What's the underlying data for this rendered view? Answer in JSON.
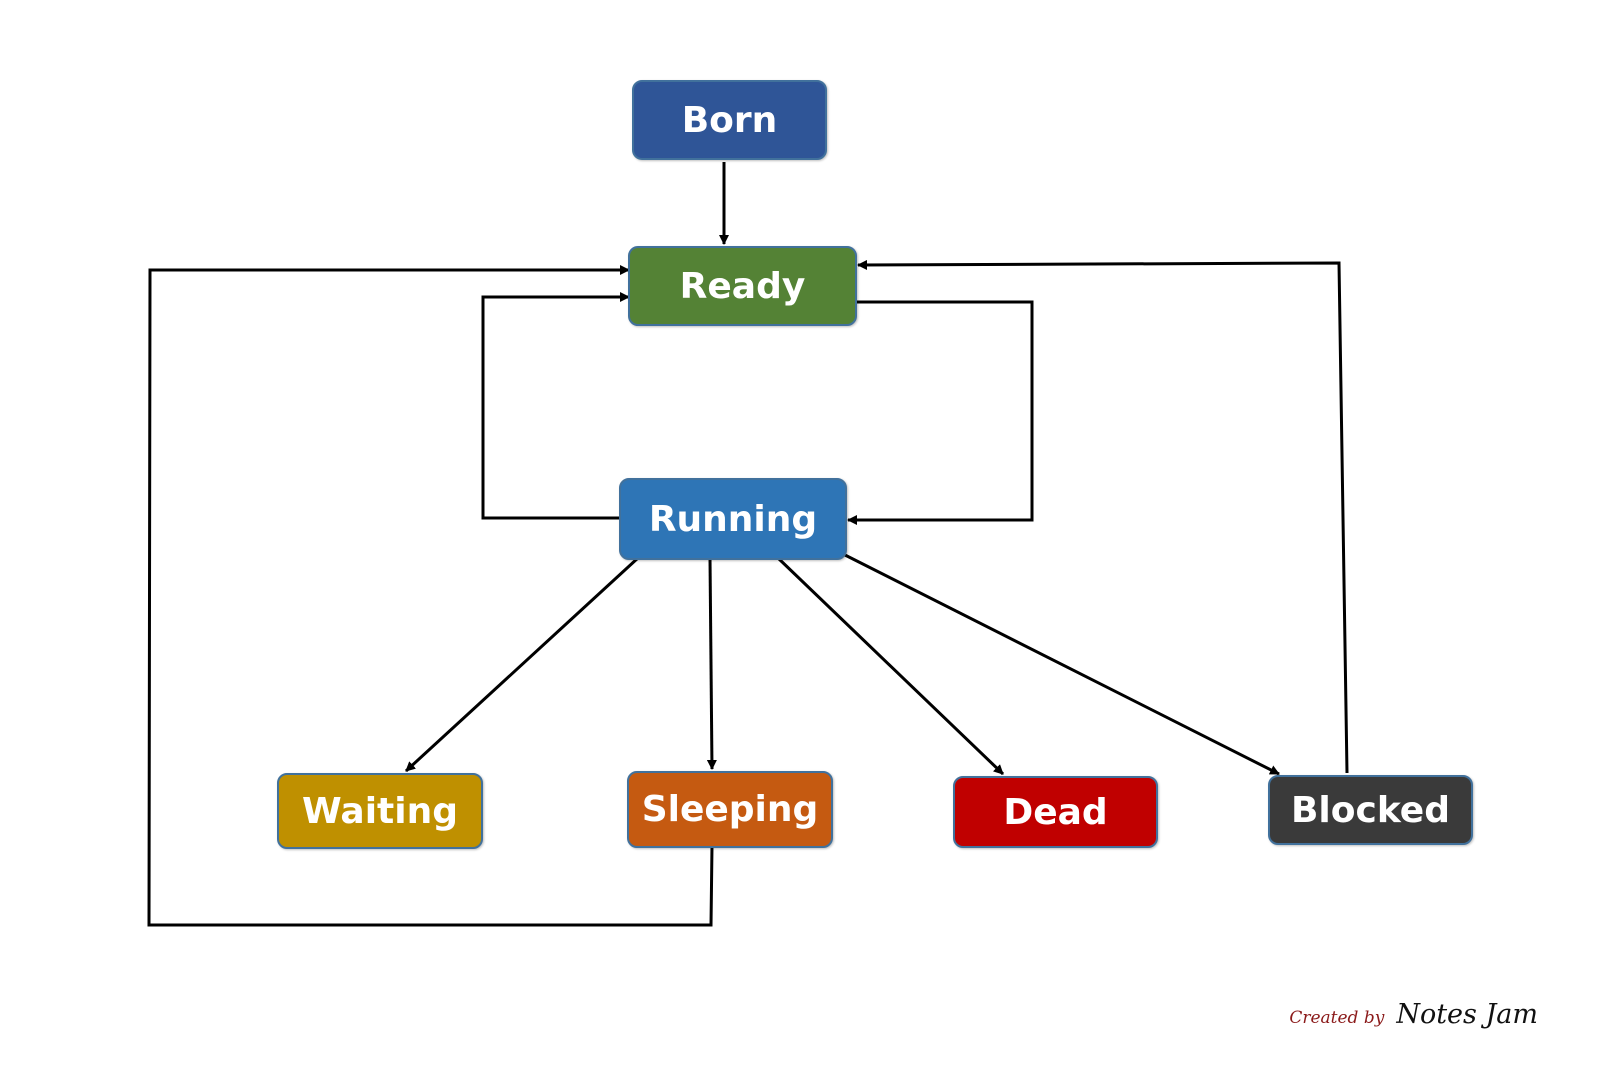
{
  "colors": {
    "born": "#2f5597",
    "ready": "#548235",
    "running": "#2e75b6",
    "waiting": "#bf9000",
    "sleeping": "#c55a11",
    "dead": "#c00000",
    "blocked": "#3a3a3a",
    "edge": "#000000",
    "credit_pre": "#8b1a1a",
    "credit_name": "#111111"
  },
  "nodes": {
    "born": "Born",
    "ready": "Ready",
    "running": "Running",
    "waiting": "Waiting",
    "sleeping": "Sleeping",
    "dead": "Dead",
    "blocked": "Blocked"
  },
  "edges": [
    {
      "from": "born",
      "to": "ready"
    },
    {
      "from": "ready",
      "to": "running"
    },
    {
      "from": "running",
      "to": "ready"
    },
    {
      "from": "running",
      "to": "waiting"
    },
    {
      "from": "running",
      "to": "sleeping"
    },
    {
      "from": "running",
      "to": "dead"
    },
    {
      "from": "running",
      "to": "blocked"
    },
    {
      "from": "blocked",
      "to": "ready"
    },
    {
      "from": "sleeping",
      "to": "ready"
    }
  ],
  "credit": {
    "prefix": "Created by",
    "name": "Notes Jam"
  }
}
